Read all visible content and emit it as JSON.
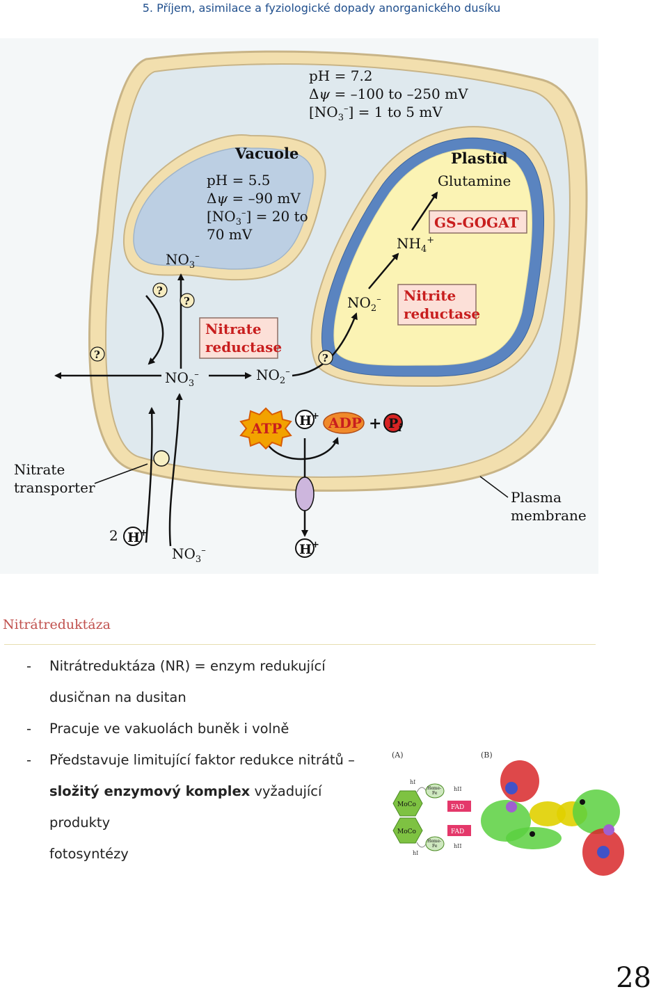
{
  "header": {
    "title": "5. Příjem, asimilace a fyziologické dopady anorganického dusíku"
  },
  "diagram": {
    "cytosol": {
      "ph": "pH = 7.2",
      "potential_prefix": "Δ",
      "potential_psi": "ψ",
      "potential_value": " = –100 to –250 mV",
      "no3_open": "[NO",
      "no3_sub": "3",
      "no3_sup": "–",
      "no3_value": "] = 1 to 5 mV"
    },
    "vacuole": {
      "title": "Vacuole",
      "ph": "pH = 5.5",
      "potential_prefix": "Δ",
      "potential_psi": "ψ",
      "potential_value": " = –90 mV",
      "no3_open": "[NO",
      "no3_sub": "3",
      "no3_sup": "–",
      "no3_value": "] = 20 to",
      "no3_value_line2": "70 mV"
    },
    "plastid": {
      "title": "Plastid",
      "product": "Glutamine",
      "enzyme_gs": "GS-GOGAT",
      "nitrite_reductase_line1": "Nitrite",
      "nitrite_reductase_line2": "reductase"
    },
    "nitrate_reductase": {
      "line1": "Nitrate",
      "line2": "reductase"
    },
    "ions": {
      "no3_base": "NO",
      "no3_sub": "3",
      "no3_sup": "–",
      "no2_base": "NO",
      "no2_sub": "2",
      "no2_sup": "–",
      "nh4_base": "NH",
      "nh4_sub": "4",
      "nh4_sup": "+"
    },
    "unknown_mark": "?",
    "atp": "ATP",
    "adp": "ADP",
    "plus": "+",
    "pi": "P",
    "pi_sub": "i",
    "proton": "H",
    "proton_sup": "+",
    "two_prefix": "2",
    "labels": {
      "nitrate_transporter_line1": "Nitrate",
      "nitrate_transporter_line2": "transporter",
      "plasma_membrane_line1": "Plasma",
      "plasma_membrane_line2": "membrane"
    }
  },
  "section": {
    "title": "Nitrátreduktáza"
  },
  "bullets": [
    {
      "dash": "-",
      "text": "Nitrátreduktáza (NR) = enzym redukující dusičnan na dusitan"
    },
    {
      "dash": "-",
      "text": "Pracuje ve vakuolách buněk i volně"
    },
    {
      "dash": "-",
      "text": "Představuje limitující faktor redukce nitrátů –",
      "bold": "složitý enzymový komplex",
      "rest": " vyžadující produkty",
      "tail": "fotosyntézy"
    }
  ],
  "enzyme_figure": {
    "panel_a": "(A)",
    "panel_b": "(B)",
    "hi": "hI",
    "hii": "hII",
    "moco": "MoCo",
    "heme_line1": "Heme-",
    "heme_line2": "Fe",
    "fad": "FAD"
  },
  "page_number": "28",
  "colors": {
    "header_text": "#1f4e8c",
    "section_title": "#c0504d",
    "cell_wall": "#f2dfae",
    "cytosol": "#dfe9ee",
    "vacuole": "#bccfe3",
    "plastid_stroma": "#fbf3b4",
    "plastid_blue_envelope": "#5a84c0",
    "reductase_box": "#fce0d8",
    "reductase_text": "#c81e1e",
    "atp_burst": "#f2a200",
    "adp_oval": "#f08a2a",
    "pi_ball": "#d82424",
    "transporter_oval": "#cdb6dd"
  }
}
